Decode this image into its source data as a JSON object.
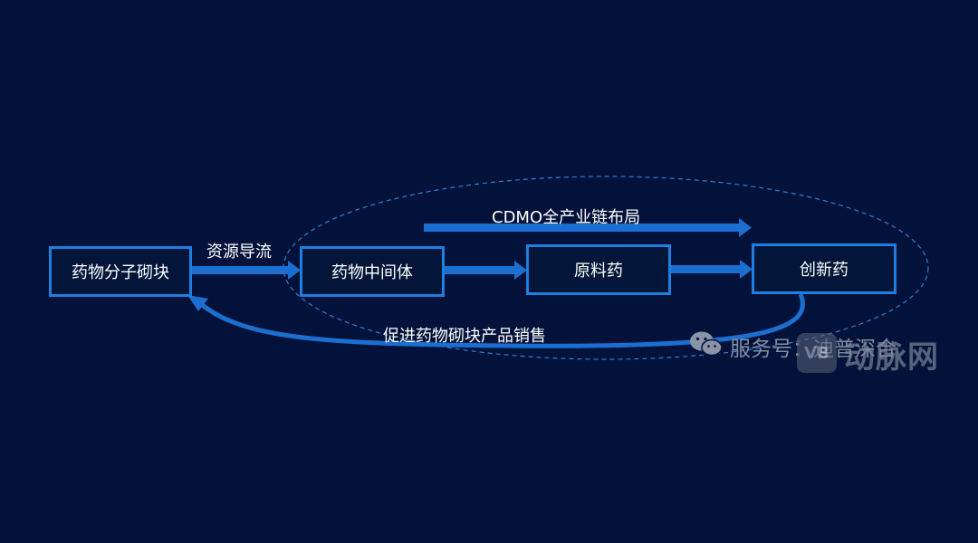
{
  "nodes": {
    "building_blocks": "药物分子砌块",
    "intermediates": "药物中间体",
    "api": "原料药",
    "innovative_drugs": "创新药"
  },
  "edge_labels": {
    "resource_flow": "资源导流",
    "cdmo_layout": "CDMO全产业链布局",
    "promote_sales": "促进药物砌块产品销售"
  },
  "watermark": {
    "service_label": "服务号：迪普深合",
    "site_text": "动脉网",
    "logo_text": "VB"
  },
  "colors": {
    "background": "#03123a",
    "box_border": "#1f7fe0",
    "arrow": "#1a6fd0",
    "ellipse": "#2c7fd6",
    "text": "#ffffff"
  },
  "icons": [
    "wechat-icon",
    "vb-logo-icon"
  ]
}
